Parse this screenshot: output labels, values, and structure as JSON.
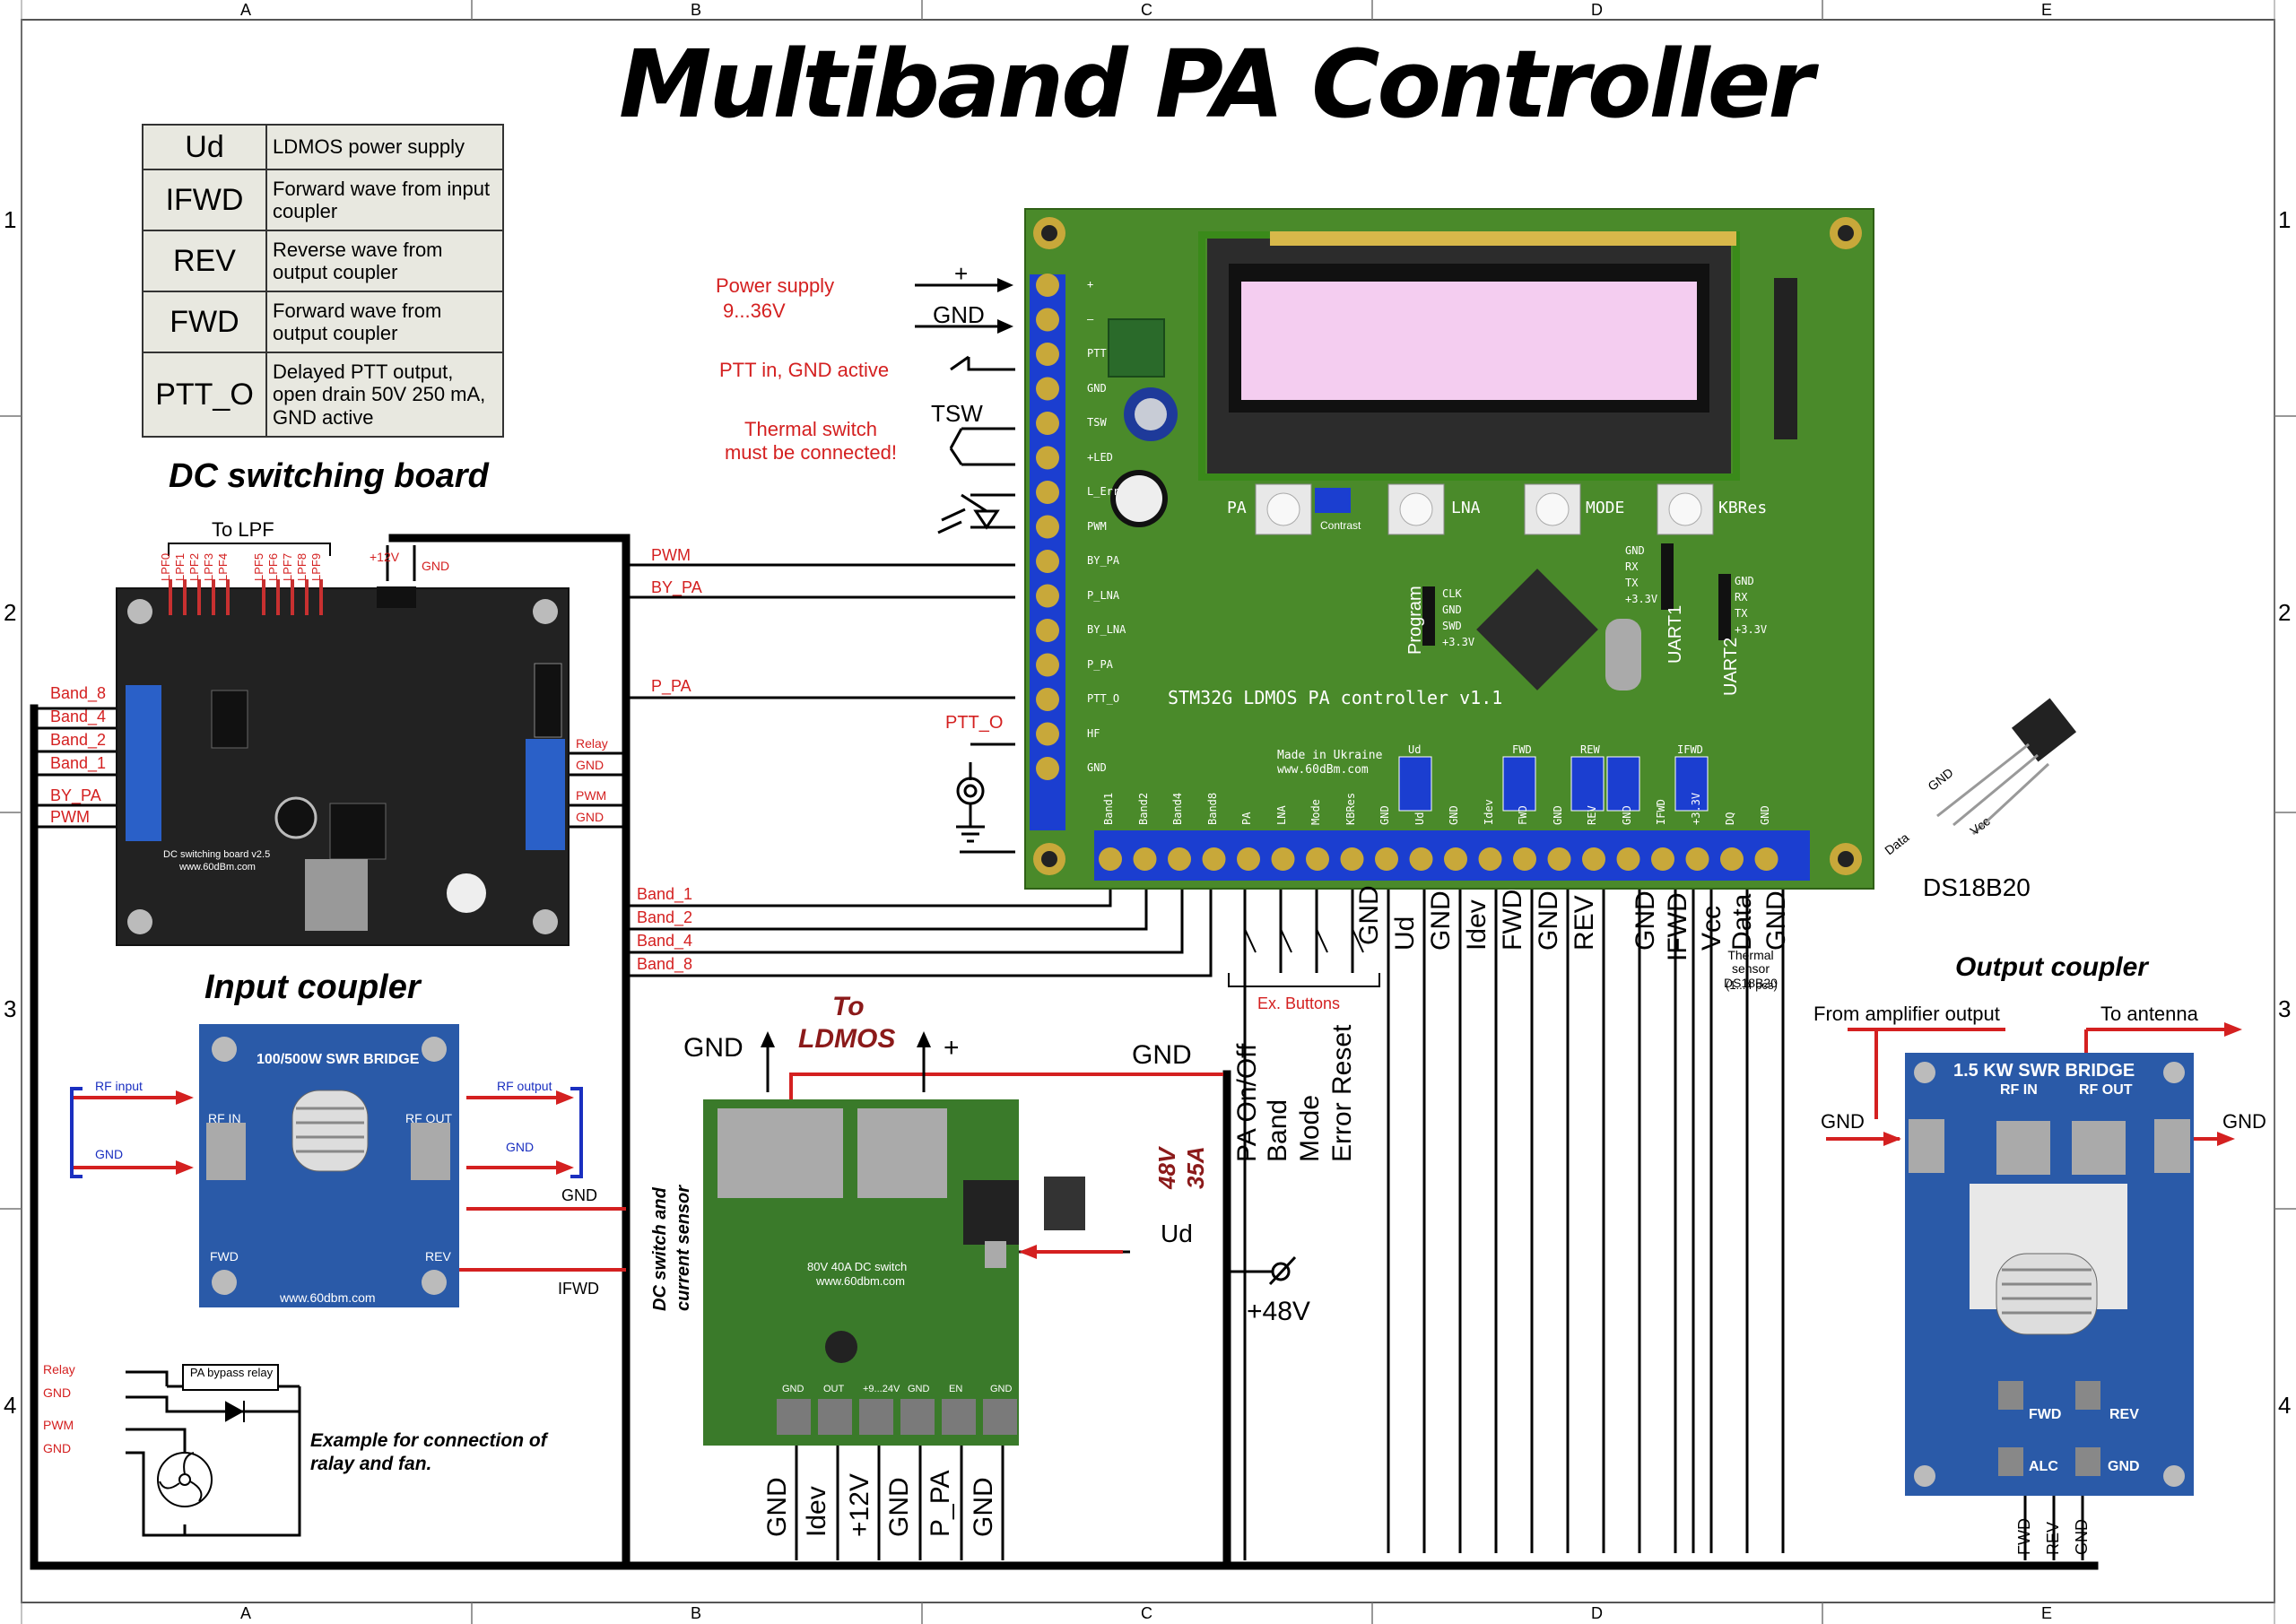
{
  "frame": {
    "columns": [
      "A",
      "B",
      "C",
      "D",
      "E"
    ],
    "rows": [
      "1",
      "2",
      "3",
      "4"
    ]
  },
  "title": "Multiband PA Controller",
  "legend": [
    {
      "key": "Ud",
      "desc": "LDMOS power supply"
    },
    {
      "key": "IFWD",
      "desc": "Forward wave from input coupler"
    },
    {
      "key": "REV",
      "desc": "Reverse wave from output coupler"
    },
    {
      "key": "FWD",
      "desc": "Forward wave from output coupler"
    },
    {
      "key": "PTT_O",
      "desc": "Delayed PTT output, open drain 50V 250 mA, GND active"
    }
  ],
  "dc_switching_board": {
    "title": "DC switching board",
    "to_lpf": "To LPF",
    "lpf_pins": [
      "LPF0",
      "LPF1",
      "LPF2",
      "LPF3",
      "LPF4",
      "LPF5",
      "LPF6",
      "LPF7",
      "LPF8",
      "LPF9"
    ],
    "top_pins": [
      "+12V",
      "GND"
    ],
    "left_pins": [
      "Band_8",
      "Band_4",
      "Band_2",
      "Band_1",
      "BY_PA",
      "PWM"
    ],
    "right_pins": [
      "Relay",
      "GND",
      "PWM",
      "GND"
    ],
    "silk": "DC switching board v2.5",
    "site": "www.60dBm.com"
  },
  "controller": {
    "silk": "STM32G LDMOS PA controller v1.1",
    "made": "Made in Ukraine",
    "site": "www.60dBm.com",
    "buttons": [
      "PA",
      "LNA",
      "MODE",
      "KBRes"
    ],
    "contrast": "Contrast",
    "left_pins": [
      "+",
      "–",
      "PTT",
      "GND",
      "TSW",
      "+LED",
      "L_Err",
      "PWM",
      "BY_PA",
      "P_LNA",
      "BY_LNA",
      "P_PA",
      "PTT_O",
      "HF",
      "GND"
    ],
    "bottom_pins": [
      "Band1",
      "Band2",
      "Band4",
      "Band8",
      "PA",
      "LNA",
      "Mode",
      "KBRes",
      "GND",
      "Ud",
      "GND",
      "Idev",
      "FWD",
      "GND",
      "REV",
      "GND",
      "IFWD",
      "+3.3V",
      "DQ",
      "GND"
    ],
    "program_header": [
      "CLK",
      "GND",
      "SWD",
      "+3.3V"
    ],
    "uart1": [
      "GND",
      "RX",
      "TX",
      "+3.3V"
    ],
    "uart2": [
      "GND",
      "RX",
      "TX",
      "+3.3V"
    ],
    "program_label": "Program",
    "uart1_label": "UART1",
    "uart2_label": "UART2",
    "trim_labels": [
      "Ud",
      "FWD",
      "REW",
      "IFWD"
    ]
  },
  "power": {
    "supply_label": "Power supply",
    "supply_range": "9...36V",
    "plus": "+",
    "gnd": "GND",
    "ptt_in": "PTT in, GND active",
    "thermal_note": "Thermal switch must be connected!",
    "tsw": "TSW",
    "ptt_o": "PTT_O"
  },
  "controller_wires_left": [
    "PWM",
    "BY_PA",
    "P_PA"
  ],
  "band_wires": [
    "Band_1",
    "Band_2",
    "Band_4",
    "Band_8"
  ],
  "ext_buttons": {
    "label": "Ex. Buttons",
    "gnd": "GND",
    "functions": [
      "PA On/Off",
      "Band",
      "Mode",
      "Error Reset"
    ]
  },
  "bottom_signals": [
    "Ud",
    "GND",
    "Idev",
    "FWD",
    "GND",
    "REV",
    "GND",
    "IFWD",
    "Vcc",
    "Data",
    "GND"
  ],
  "thermal_sensor": {
    "label": "Thermal sensor DS18B20",
    "count": "(1...4 pcs)",
    "part": "DS18B20",
    "pins": [
      "GND",
      "Data",
      "Vcc"
    ]
  },
  "input_coupler": {
    "title": "Input coupler",
    "silk": "100/500W SWR BRIDGE",
    "rf_input": "RF input",
    "rf_output": "RF output",
    "gnd_left": "GND",
    "gnd_right": "GND",
    "rf_in": "RF IN",
    "rf_out": "RF OUT",
    "fwd": "FWD",
    "rev": "REV",
    "site": "www.60dbm.com",
    "out_gnd": "GND",
    "out_ifwd": "IFWD"
  },
  "dc_switch": {
    "to": "To",
    "ldmos": "LDMOS",
    "gnd_top": "GND",
    "plus": "+",
    "gnd_right": "GND",
    "rating_v": "48V",
    "rating_a": "35A",
    "ud": "Ud",
    "plus48": "+48V",
    "side_label_1": "DC switch and",
    "side_label_2": "current sensor",
    "silk_1": "80V 40A DC switch",
    "silk_2": "www.60dbm.com",
    "pins": [
      "GND",
      "OUT",
      "+9...24V",
      "GND",
      "EN",
      "GND"
    ],
    "bottom_labels": [
      "GND",
      "Idev",
      "+12V",
      "GND",
      "P_PA",
      "GND"
    ]
  },
  "relay_example": {
    "pins": [
      "Relay",
      "GND",
      "PWM",
      "GND"
    ],
    "relay": "PA bypass relay",
    "caption": "Example for connection of ralay and fan."
  },
  "output_coupler": {
    "title": "Output coupler",
    "from": "From amplifier output",
    "to": "To antenna",
    "gnd_l": "GND",
    "gnd_r": "GND",
    "silk": "1.5 KW SWR BRIDGE",
    "rf_in": "RF IN",
    "rf_out": "RF OUT",
    "fwd": "FWD",
    "rev": "REV",
    "alc": "ALC",
    "gnd": "GND",
    "bottom": [
      "FWD",
      "REV",
      "GND"
    ]
  }
}
